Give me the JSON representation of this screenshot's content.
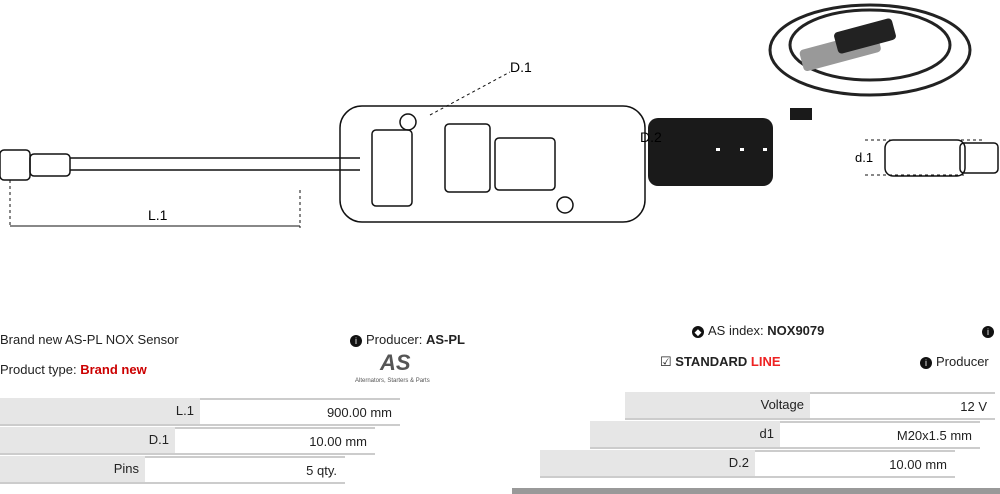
{
  "drawing": {
    "label_d1": "D.1",
    "label_d2": "D.2",
    "label_l1": "L.1",
    "label_d1_small": "d.1"
  },
  "left": {
    "title": "Brand new AS-PL NOX Sensor",
    "producer_label": "Producer:",
    "producer_value": "AS-PL",
    "type_label": "Product type:",
    "type_value": "Brand new",
    "logo_tagline": "Alternators, Starters & Parts",
    "specs": [
      {
        "key": "L.1",
        "value": "900.00 mm"
      },
      {
        "key": "D.1",
        "value": "10.00 mm"
      },
      {
        "key": "Pins",
        "value": "5 qty."
      }
    ]
  },
  "right": {
    "index_label": "AS index:",
    "index_value": "NOX9079",
    "standard": "STANDARD",
    "line": "LINE",
    "producer_label": "Producer",
    "specs": [
      {
        "key": "Voltage",
        "value": "12 V"
      },
      {
        "key": "d1",
        "value": "M20x1.5 mm"
      },
      {
        "key": "D.2",
        "value": "10.00 mm"
      }
    ]
  }
}
